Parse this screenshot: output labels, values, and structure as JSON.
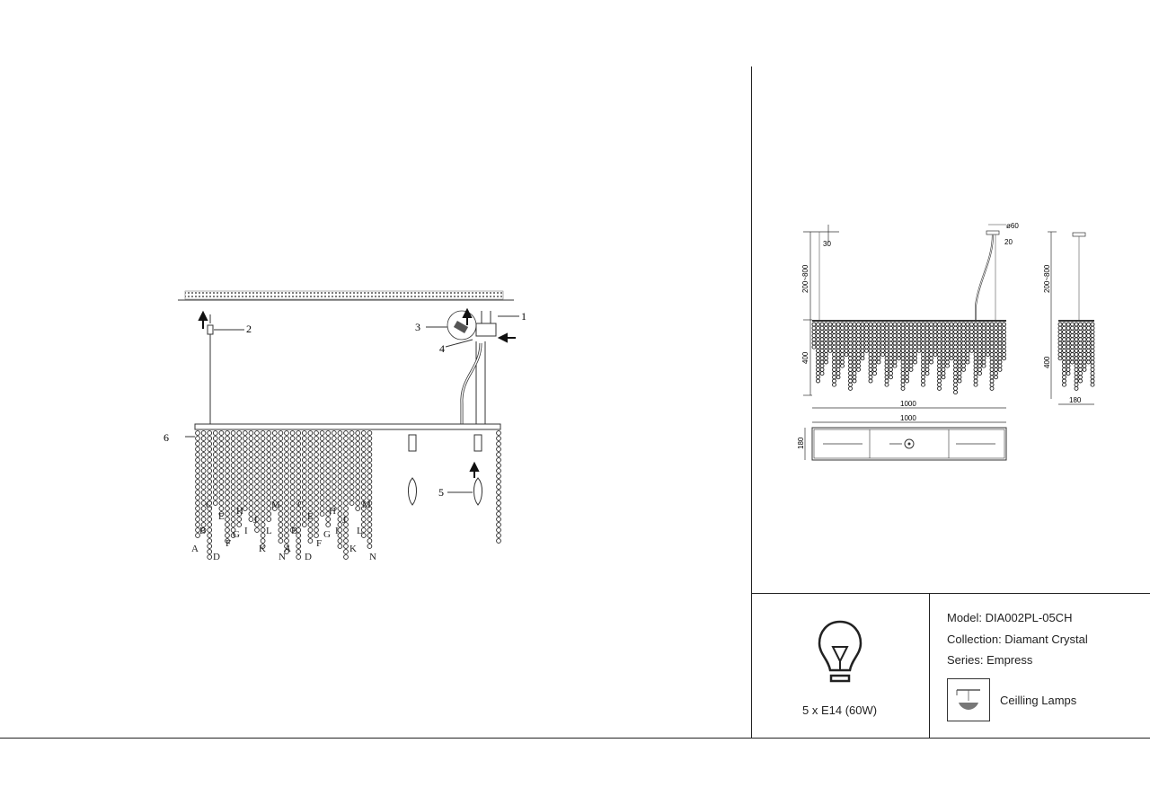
{
  "assembly": {
    "callouts": [
      "1",
      "2",
      "3",
      "4",
      "5",
      "6"
    ],
    "strand_letters_row1": [
      "C",
      "E",
      "H",
      "M",
      "C",
      "E",
      "H",
      "M"
    ],
    "strand_letters_row2": [
      "J",
      "I",
      "L",
      "J",
      "I",
      "L"
    ],
    "strand_letters_row3": [
      "A",
      "B",
      "F",
      "G",
      "K",
      "A",
      "B",
      "F",
      "G",
      "K"
    ],
    "strand_letters_row4": [
      "D",
      "N",
      "D",
      "N"
    ]
  },
  "dimensions": {
    "drop_range": "200~800",
    "drop_range_side": "200~800",
    "height": "400",
    "height_side": "400",
    "width_top": "1000",
    "width_plan": "1000",
    "depth_side": "180",
    "depth_plan": "180",
    "canopy_offset": "30",
    "canopy_diameter": "ø60",
    "canopy_height": "20"
  },
  "lamp": {
    "icon": "light-bulb-icon",
    "spec": "5 x E14 (60W)"
  },
  "specs": {
    "model": "Model: DIA002PL-05CH",
    "collection": "Collection: Diamant Crystal",
    "series": "Series: Empress"
  },
  "category": {
    "icon": "ceiling-lamp-icon",
    "label": "Ceilling Lamps"
  }
}
